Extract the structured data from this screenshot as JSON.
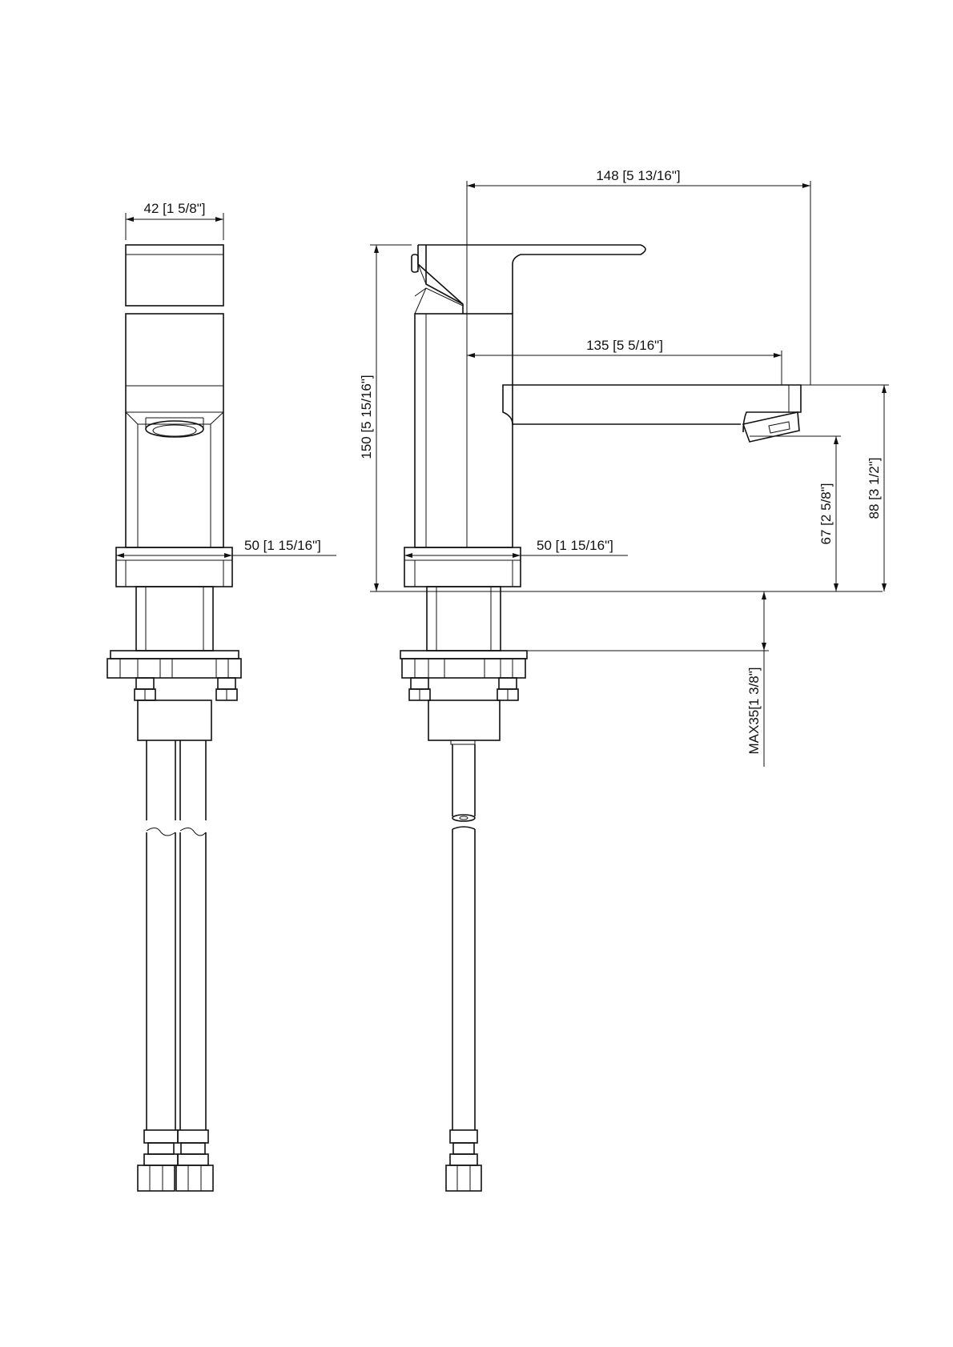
{
  "dimensions": {
    "front_width": "42 [1 5/8\"]",
    "front_base": "50 [1 15/16\"]",
    "side_reach": "148 [5 13/16\"]",
    "side_spout": "135 [5 5/16\"]",
    "side_base": "50 [1 15/16\"]",
    "side_height": "150 [5 15/16\"]",
    "side_outlet_height": "67 [2 5/8\"]",
    "side_spout_height": "88 [3 1/2\"]",
    "deck_thickness": "MAX35[1 3/8\"]"
  }
}
